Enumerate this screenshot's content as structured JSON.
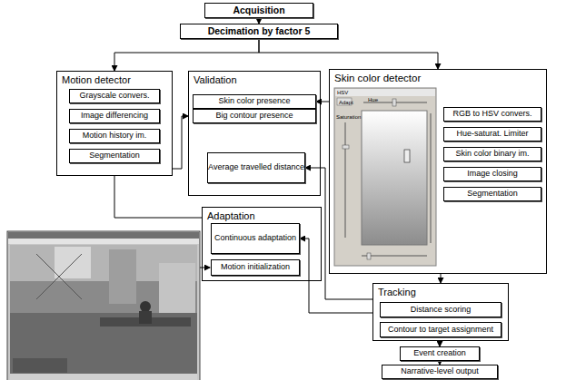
{
  "diagram": {
    "nodes": [
      {
        "text": [
          "Acquisition"
        ]
      },
      {
        "text": [
          "Decimation by factor 5"
        ]
      },
      {
        "text": [
          "Motion detector"
        ]
      },
      {
        "text": [
          "Grayscale convers."
        ],
        "in": 2
      },
      {
        "text": [
          "Image differencing"
        ],
        "in": 2
      },
      {
        "text": [
          "Motion history im."
        ],
        "in": 2
      },
      {
        "text": [
          "Segmentation"
        ],
        "in": 2
      },
      {
        "text": [
          "Validation"
        ]
      },
      {
        "text": [
          "Skin color presence"
        ],
        "in": 7
      },
      {
        "text": [
          "Big contour presence"
        ],
        "in": 7
      },
      {
        "text": [
          "Average travelled distance"
        ],
        "in": 7
      },
      {
        "text": [
          "Skin color detector"
        ]
      },
      {
        "text": [
          "RGB to HSV convers."
        ],
        "in": 11
      },
      {
        "text": [
          "Hue-saturat. Limiter"
        ],
        "in": 11
      },
      {
        "text": [
          "Skin color binary im."
        ],
        "in": 11
      },
      {
        "text": [
          "Image closing"
        ],
        "in": 11
      },
      {
        "text": [
          "Segmentation"
        ],
        "in": 11
      },
      {
        "text": [
          "Adaptation"
        ]
      },
      {
        "text": [
          "Continuous adaptation"
        ],
        "in": 17
      },
      {
        "text": [
          "Motion initialization"
        ],
        "in": 17
      },
      {
        "text": [
          "Tracking"
        ]
      },
      {
        "text": [
          "Distance scoring"
        ],
        "in": 20
      },
      {
        "text": [
          "Contour to target assignment"
        ],
        "in": 20
      },
      {
        "text": [
          "Event creation"
        ]
      },
      {
        "text": [
          "Narrative-level output"
        ]
      }
    ],
    "edges": [
      {
        "from": 0,
        "to": 1,
        "arrow": "to"
      },
      {
        "from": 1,
        "to": 2,
        "arrow": "to"
      },
      {
        "from": 1,
        "to": 11,
        "arrow": "to"
      },
      {
        "from": 2,
        "to": 7,
        "arrow": "to"
      },
      {
        "from": 11,
        "to": 8,
        "arrow": "to"
      },
      {
        "from": 2,
        "to": 17,
        "arrow": "none"
      },
      {
        "from": 20,
        "to": 10,
        "arrow": "to"
      },
      {
        "from": 20,
        "to": 18,
        "arrow": "to"
      },
      {
        "from": 11,
        "to": 20,
        "arrow": "to"
      },
      {
        "from": 20,
        "to": 23,
        "arrow": "to"
      },
      {
        "from": 23,
        "to": 24,
        "arrow": "to"
      }
    ],
    "labels": [
      "HSV",
      "Adapt",
      "Hue",
      "Saturation"
    ]
  }
}
